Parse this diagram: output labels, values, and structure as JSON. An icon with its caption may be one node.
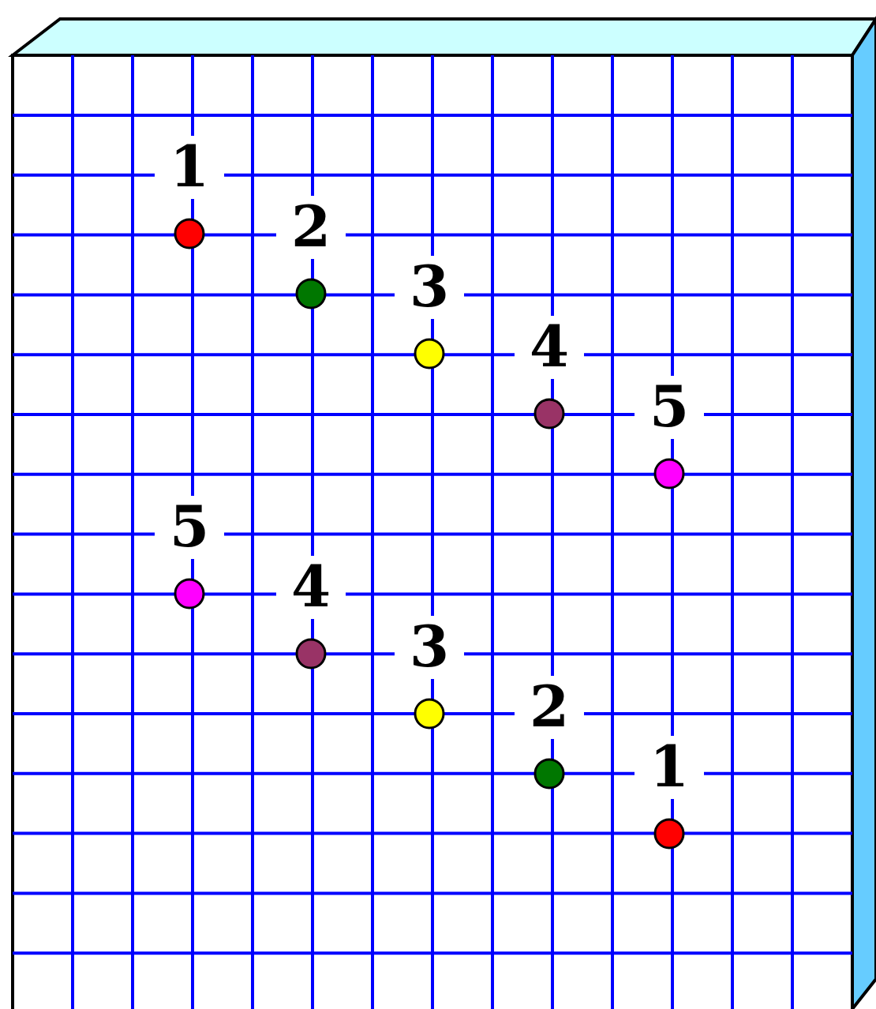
{
  "diagram": {
    "nodes": [
      {
        "text": [
          "1"
        ]
      },
      {
        "text": [
          "2"
        ]
      },
      {
        "text": [
          "3"
        ]
      },
      {
        "text": [
          "4"
        ]
      },
      {
        "text": [
          "5"
        ]
      },
      {
        "text": [
          "5"
        ]
      },
      {
        "text": [
          "4"
        ]
      },
      {
        "text": [
          "3"
        ]
      },
      {
        "text": [
          "2"
        ]
      },
      {
        "text": [
          "1"
        ]
      }
    ]
  }
}
